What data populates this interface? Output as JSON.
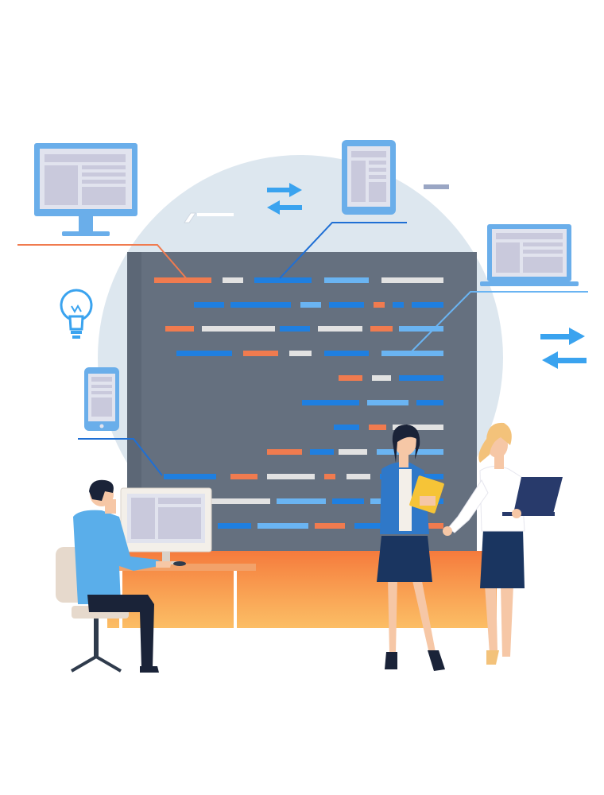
{
  "colors": {
    "background": "#ffffff",
    "circle": "#dde7ef",
    "board": "#65707f",
    "board_shadow": "#586270",
    "code_orange": "#f07b4f",
    "code_blue_dark": "#1f7fe0",
    "code_blue_light": "#6ab4f2",
    "code_gray": "#e2e2e2",
    "device_frame": "#6aaeea",
    "device_screen": "#e1e3ee",
    "device_panel": "#c9c9dc",
    "platform_top": "#f57a3c",
    "platform_bottom": "#fbb24a",
    "arrow_blue": "#3aa3ef",
    "connector_orange": "#f07b4f",
    "connector_blue": "#1f6fd4",
    "skin": "#f6c7a6",
    "man_shirt": "#5aaeea",
    "woman_jacket": "#2f78c8",
    "skirt_navy": "#1a3560",
    "hair_dark": "#1a2338",
    "hair_blonde": "#f3c27a",
    "folder_yellow": "#f6c437",
    "laptop_dark": "#283a6b",
    "chair": "#e6d9cc",
    "chair_base": "#2f3b4c",
    "desk": "#f2a26a"
  },
  "icons": [
    "desktop-monitor-icon",
    "tablet-icon",
    "laptop-icon",
    "smartphone-icon",
    "lightbulb-icon",
    "swap-arrows-icon",
    "swap-arrows-icon"
  ],
  "people": [
    "developer-at-desk",
    "woman-with-folder",
    "woman-with-laptop"
  ]
}
